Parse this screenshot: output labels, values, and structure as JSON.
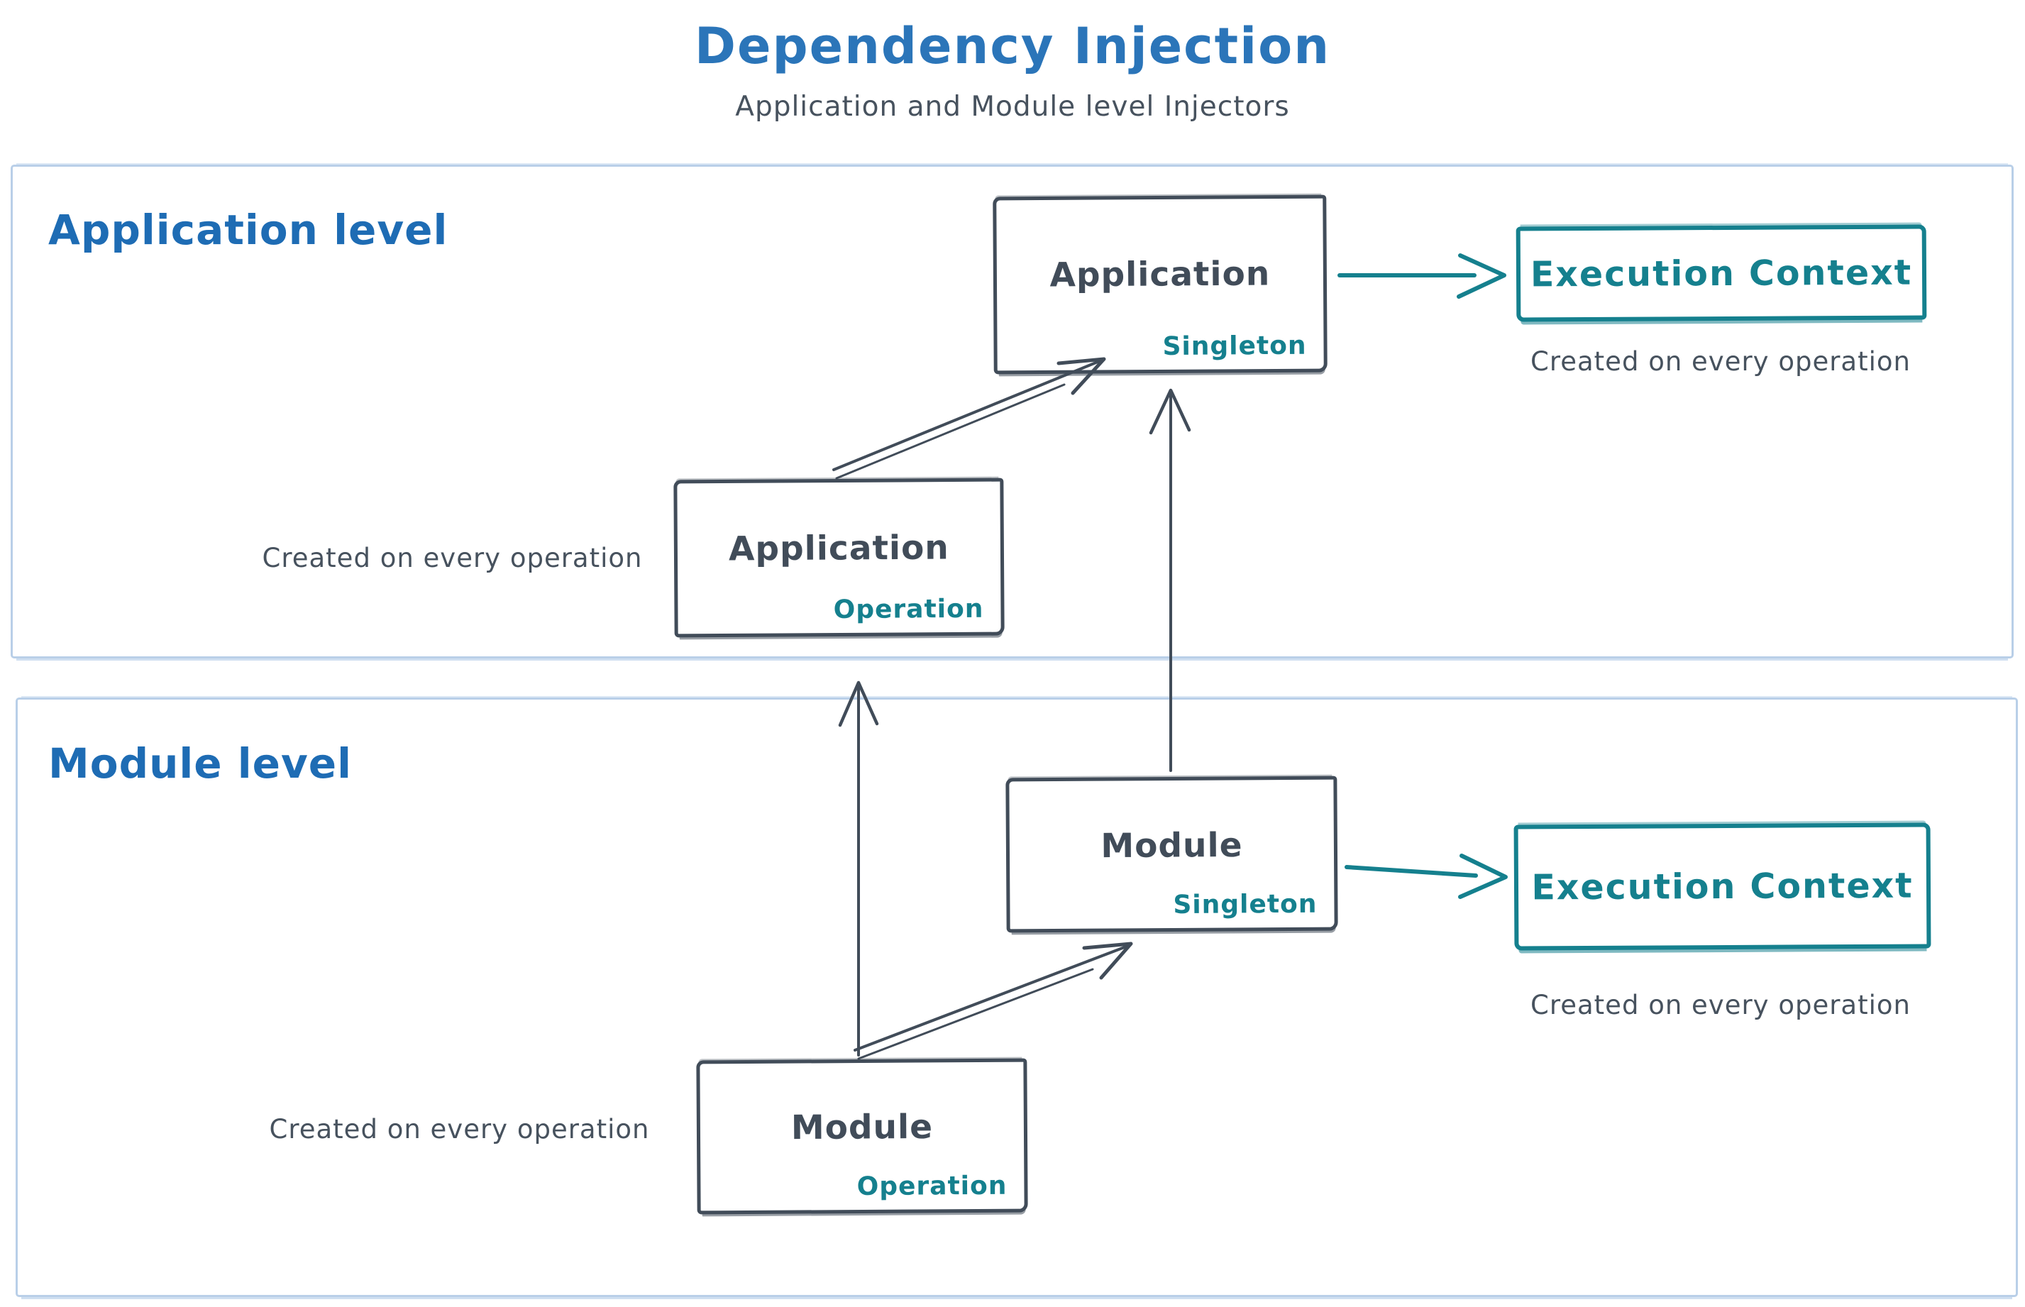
{
  "header": {
    "title": "Dependency Injection",
    "subtitle": "Application and Module level Injectors"
  },
  "colors": {
    "title_blue": "#2b75b9",
    "label_blue": "#1e6cb4",
    "teal": "#15808e",
    "ink": "#414c59",
    "container_border": "#b9cfe8"
  },
  "application_level": {
    "label": "Application level",
    "singleton_box": {
      "title": "Application",
      "badge": "Singleton"
    },
    "operation_box": {
      "title": "Application",
      "badge": "Operation"
    },
    "execution_context": {
      "label": "Execution Context"
    },
    "execution_caption": "Created on every operation",
    "operation_caption": "Created on every operation"
  },
  "module_level": {
    "label": "Module level",
    "singleton_box": {
      "title": "Module",
      "badge": "Singleton"
    },
    "operation_box": {
      "title": "Module",
      "badge": "Operation"
    },
    "execution_context": {
      "label": "Execution Context"
    },
    "execution_caption": "Created on every operation",
    "operation_caption": "Created on every operation"
  }
}
